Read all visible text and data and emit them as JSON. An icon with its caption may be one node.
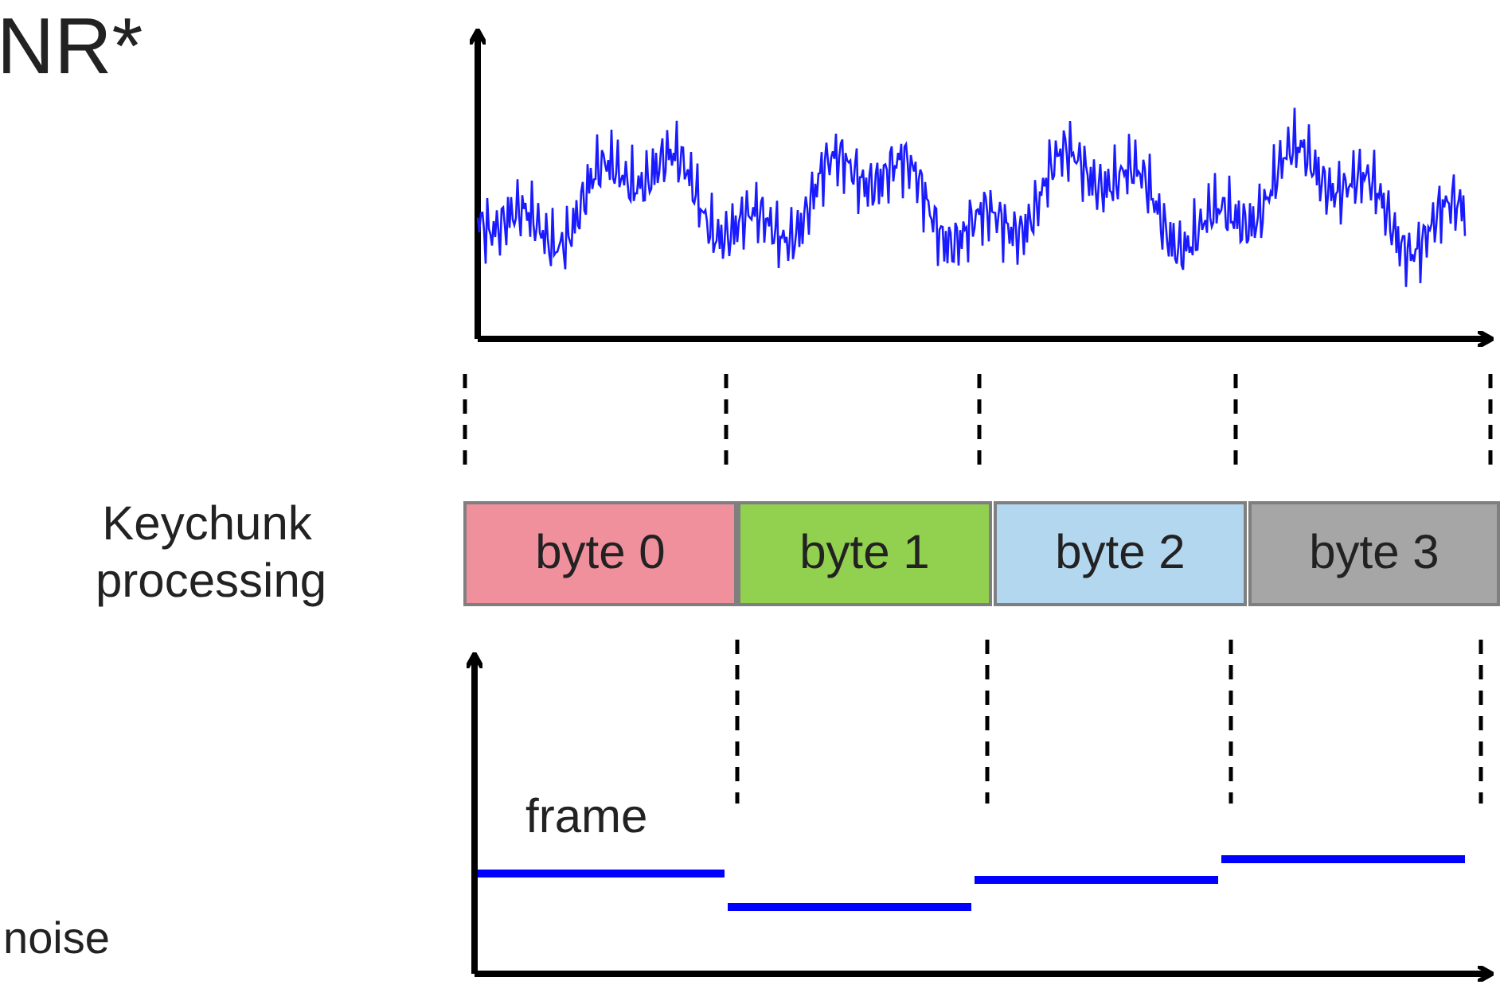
{
  "diagram": {
    "nodes": [
      {
        "text": [
          "byte 0"
        ]
      },
      {
        "text": [
          "byte 1"
        ]
      },
      {
        "text": [
          "byte 2"
        ]
      },
      {
        "text": [
          "byte 3"
        ]
      }
    ],
    "labels": [
      "NR*",
      "Keychunk processing",
      "frame",
      "noise"
    ]
  }
}
